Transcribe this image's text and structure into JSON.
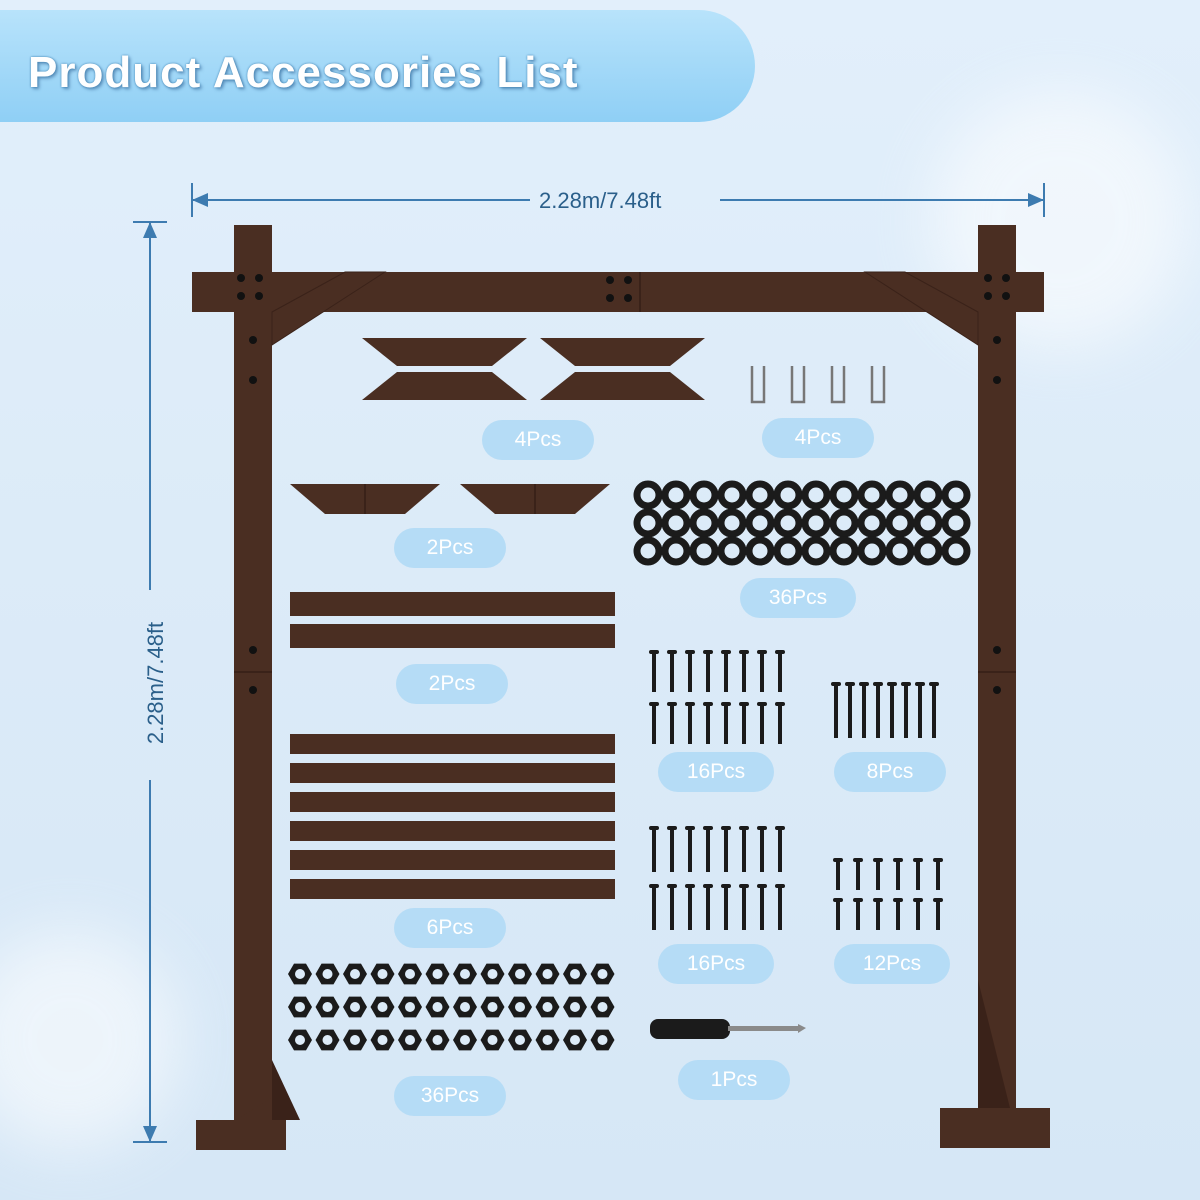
{
  "title": "Product Accessories List",
  "dimensions": {
    "width": "2.28m/7.48ft",
    "height": "2.28m/7.48ft"
  },
  "colors": {
    "wood": "#4a2e22",
    "wood_dark": "#3a2219",
    "pill": "#b5dcf6",
    "arrow": "#3d7bb0",
    "hardware": "#1b1b1b"
  },
  "parts": [
    {
      "id": "support-braces",
      "icon": "wood-brace-icon",
      "qty": "4Pcs"
    },
    {
      "id": "u-hooks",
      "icon": "u-hook-icon",
      "qty": "4Pcs"
    },
    {
      "id": "corner-brackets",
      "icon": "corner-bracket-icon",
      "qty": "2Pcs"
    },
    {
      "id": "washers",
      "icon": "washer-icon",
      "qty": "36Pcs"
    },
    {
      "id": "top-beams",
      "icon": "wood-beam-icon",
      "qty": "2Pcs"
    },
    {
      "id": "long-bolts",
      "icon": "bolt-icon",
      "qty": "16Pcs"
    },
    {
      "id": "long-screws",
      "icon": "screw-icon",
      "qty": "8Pcs"
    },
    {
      "id": "wood-boards",
      "icon": "wood-board-icon",
      "qty": "6Pcs"
    },
    {
      "id": "medium-bolts",
      "icon": "bolt-icon",
      "qty": "16Pcs"
    },
    {
      "id": "short-screws",
      "icon": "screw-icon",
      "qty": "12Pcs"
    },
    {
      "id": "hex-nuts",
      "icon": "hex-nut-icon",
      "qty": "36Pcs"
    },
    {
      "id": "screwdriver",
      "icon": "screwdriver-icon",
      "qty": "1Pcs"
    }
  ]
}
